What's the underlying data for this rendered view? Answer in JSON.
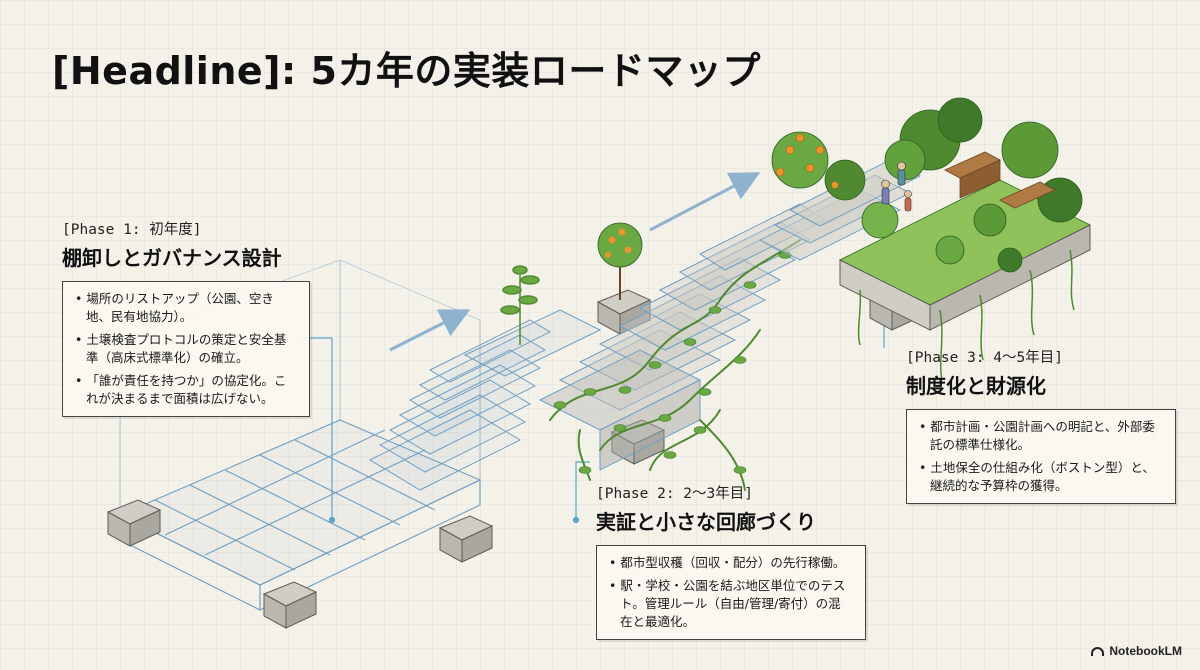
{
  "headline": "[Headline]: 5カ年の実装ロードマップ",
  "phases": [
    {
      "label": "[Phase 1: 初年度]",
      "title": "棚卸しとガバナンス設計",
      "bullets": [
        "場所のリストアップ（公園、空き地、民有地協力）。",
        "土壌検査プロトコルの策定と安全基準（高床式標準化）の確立。",
        "「誰が責任を持つか」の協定化。これが決まるまで面積は広げない。"
      ]
    },
    {
      "label": "[Phase 2: 2〜3年目]",
      "title": "実証と小さな回廊づくり",
      "bullets": [
        "都市型収穫（回収・配分）の先行稼働。",
        "駅・学校・公園を結ぶ地区単位でのテスト。管理ルール（自由/管理/寄付）の混在と最適化。"
      ]
    },
    {
      "label": "[Phase 3: 4〜5年目]",
      "title": "制度化と財源化",
      "bullets": [
        "都市計画・公園計画への明記と、外部委託の標準仕様化。",
        "土地保全の仕組み化（ボストン型）と、継続的な予算枠の獲得。"
      ]
    }
  ],
  "brand": "NotebookLM",
  "colors": {
    "background": "#f4f1e8",
    "blueprint": "#6f9fc4",
    "concrete": "#c9c8c2",
    "leaf": "#5f9a3c",
    "leaf_dark": "#3f7a2a",
    "orange": "#e8952e"
  }
}
